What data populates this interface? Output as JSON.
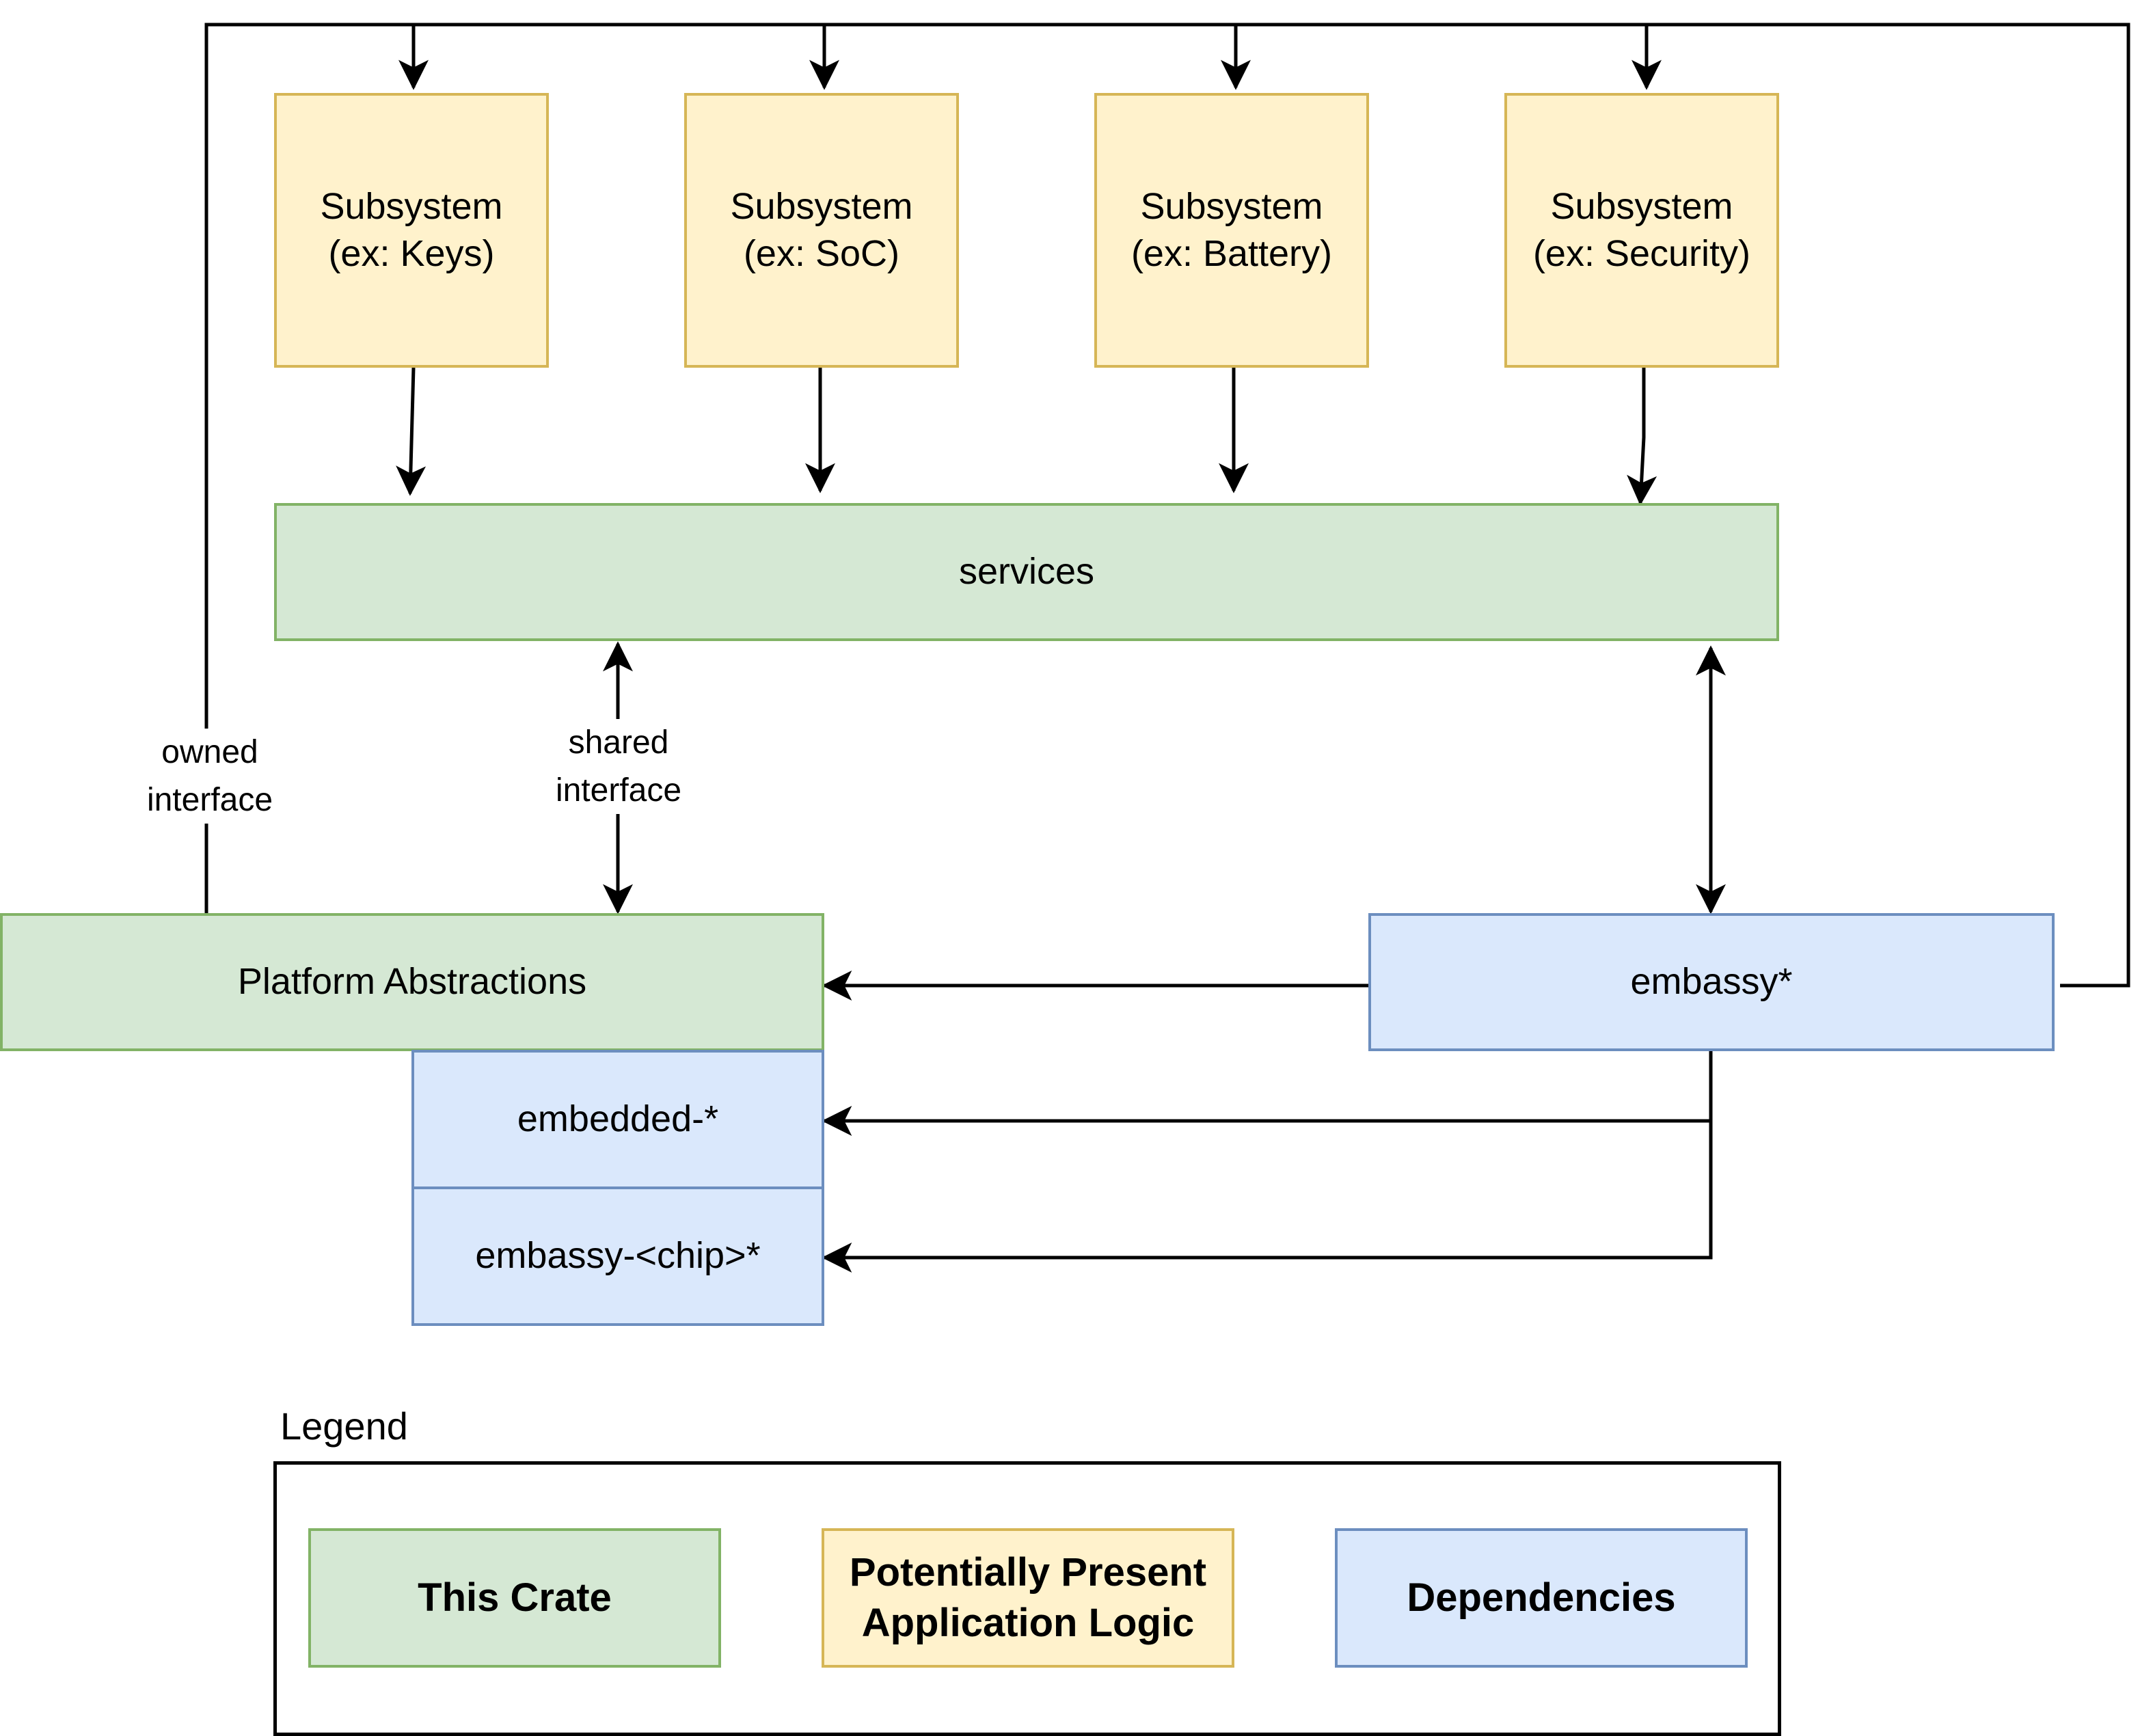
{
  "nodes": {
    "subsystem_keys": "Subsystem\n(ex: Keys)",
    "subsystem_soc": "Subsystem\n(ex: SoC)",
    "subsystem_battery": "Subsystem\n(ex: Battery)",
    "subsystem_security": "Subsystem\n(ex: Security)",
    "services": "services",
    "platform_abstractions": "Platform Abstractions",
    "embassy": "embassy*",
    "embedded": "embedded-*",
    "embassy_chip": "embassy-<chip>*"
  },
  "edge_labels": {
    "owned_interface": "owned\ninterface",
    "shared_interface": "shared\ninterface"
  },
  "legend": {
    "title": "Legend",
    "this_crate": "This Crate",
    "application_logic": "Potentially Present\nApplication Logic",
    "dependencies": "Dependencies"
  },
  "colors": {
    "this_crate_fill": "#d5e8d4",
    "this_crate_stroke": "#82b366",
    "application_fill": "#fff2cc",
    "application_stroke": "#d6b656",
    "dependency_fill": "#dae8fc",
    "dependency_stroke": "#6c8ebf"
  }
}
